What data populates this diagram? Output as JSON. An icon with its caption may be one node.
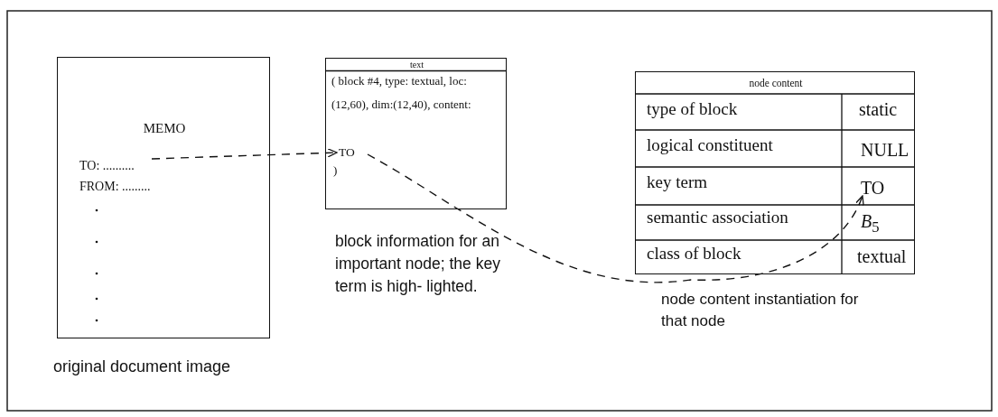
{
  "diagram": {
    "nodes": [
      {
        "text": [
          "MEMO",
          "FROM: ........."
        ],
        "beside": [
          "original document image"
        ]
      },
      {
        "text": [
          "TO: .........."
        ],
        "in": 0
      },
      {
        "text": [
          "text",
          "( block #4, type: textual, loc:(12,60), dim:(12,40), content:",
          ")"
        ],
        "beside": [
          "block information for an important node; the key term is high- lighted."
        ]
      },
      {
        "text": [
          "TO"
        ],
        "in": 2
      },
      {
        "text": [
          "node content"
        ],
        "beside": [
          "node content instantiation for that node"
        ]
      },
      {
        "text": [
          "TO"
        ],
        "in": 4
      }
    ],
    "edges": [
      {
        "from": 1,
        "to": 3,
        "arrow": "to",
        "style": "dashed"
      },
      {
        "from": 3,
        "to": 5,
        "arrow": "to",
        "style": "dashed"
      }
    ],
    "labels": [
      "type of block",
      "static",
      "logical constituent",
      "NULL",
      "key term",
      "semantic association",
      "*B*$_{5}$",
      "class of block",
      "textual"
    ]
  }
}
